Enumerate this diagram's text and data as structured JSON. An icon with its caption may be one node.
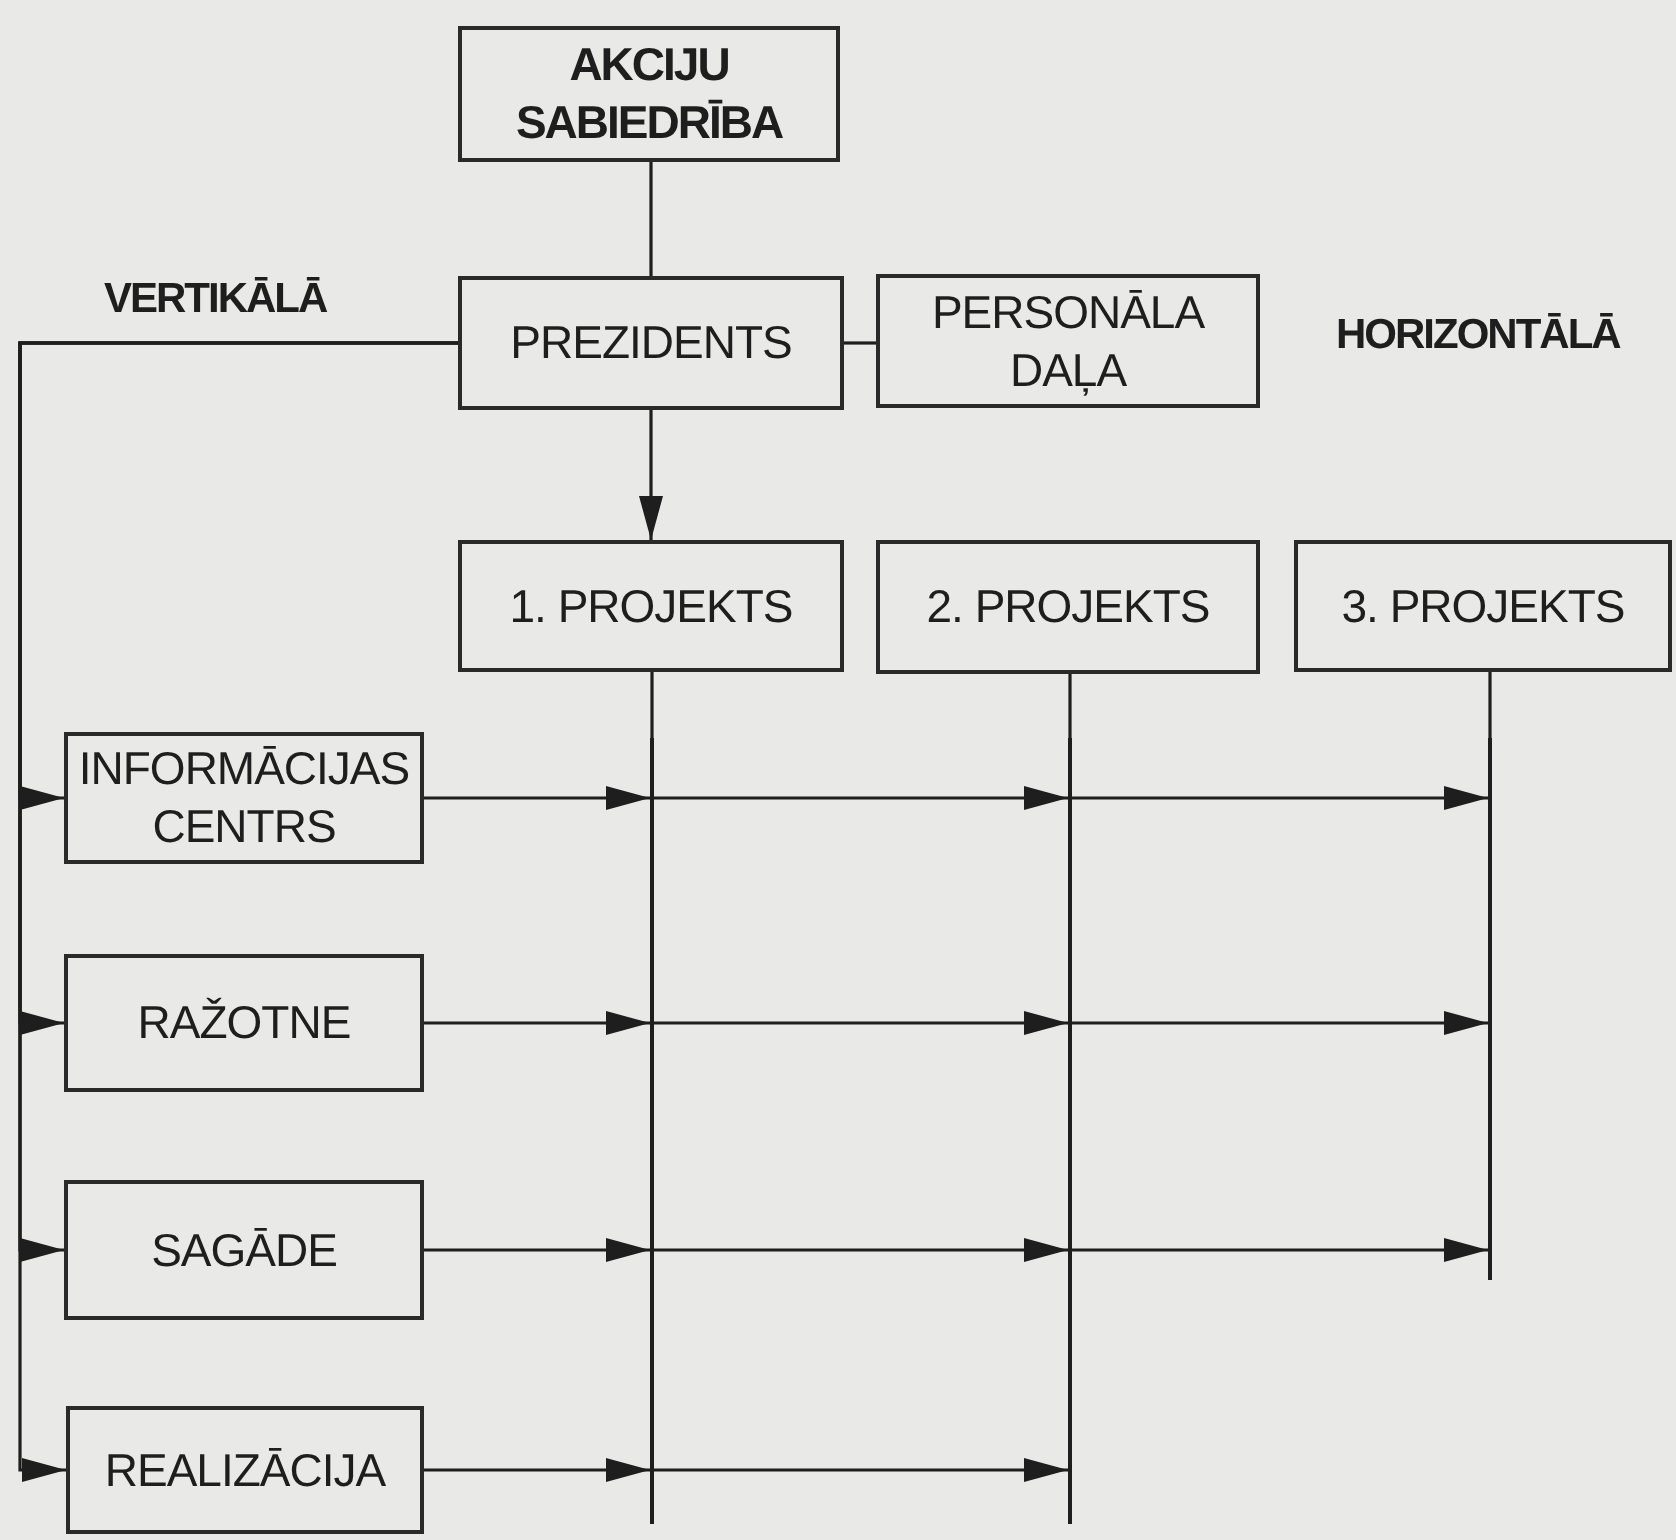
{
  "diagram": {
    "nodes": [
      {
        "text": [
          "AKCIJU SABIEDRĪBA"
        ]
      },
      {
        "text": [
          "PREZIDENTS"
        ]
      },
      {
        "text": [
          "PERSONĀLA DAĻA"
        ]
      },
      {
        "text": [
          "1. PROJEKTS"
        ]
      },
      {
        "text": [
          "2. PROJEKTS"
        ]
      },
      {
        "text": [
          "3. PROJEKTS"
        ]
      },
      {
        "text": [
          "INFORMĀCIJAS CENTRS"
        ]
      },
      {
        "text": [
          "RAŽOTNE"
        ]
      },
      {
        "text": [
          "SAGĀDE"
        ]
      },
      {
        "text": [
          "REALIZĀCIJA"
        ]
      },
      {
        "text": [],
        "shape": "bar"
      },
      {
        "text": [],
        "shape": "bar"
      },
      {
        "text": [],
        "shape": "bar"
      }
    ],
    "edges": [
      {
        "from": 0,
        "to": 1,
        "arrow": "none"
      },
      {
        "from": 1,
        "to": 2,
        "arrow": "none"
      },
      {
        "from": 1,
        "to": 3,
        "arrow": "to"
      },
      {
        "from": 1,
        "to": 6,
        "arrow": "to"
      },
      {
        "from": 1,
        "to": 7,
        "arrow": "to"
      },
      {
        "from": 1,
        "to": 8,
        "arrow": "to"
      },
      {
        "from": 1,
        "to": 9,
        "arrow": "to"
      },
      {
        "from": 3,
        "to": 10,
        "arrow": "none"
      },
      {
        "from": 4,
        "to": 11,
        "arrow": "none"
      },
      {
        "from": 5,
        "to": 12,
        "arrow": "none"
      },
      {
        "from": 6,
        "to": 10,
        "arrow": "to"
      },
      {
        "from": 10,
        "to": 11,
        "arrow": "to"
      },
      {
        "from": 11,
        "to": 12,
        "arrow": "to"
      },
      {
        "from": 7,
        "to": 10,
        "arrow": "to"
      },
      {
        "from": 10,
        "to": 11,
        "arrow": "to"
      },
      {
        "from": 11,
        "to": 12,
        "arrow": "to"
      },
      {
        "from": 8,
        "to": 10,
        "arrow": "to"
      },
      {
        "from": 10,
        "to": 11,
        "arrow": "to"
      },
      {
        "from": 11,
        "to": 12,
        "arrow": "to"
      },
      {
        "from": 9,
        "to": 10,
        "arrow": "to"
      },
      {
        "from": 10,
        "to": 11,
        "arrow": "to"
      }
    ],
    "labels": [
      "VERTIKĀLĀ",
      "HORIZONTĀLĀ"
    ]
  }
}
